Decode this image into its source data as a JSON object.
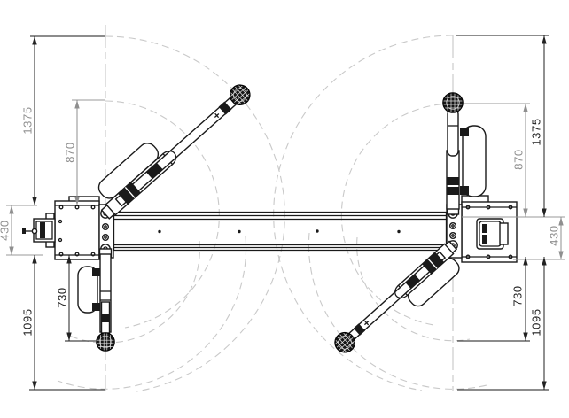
{
  "drawing": {
    "type": "two-post-lift-plan-view-technical-drawing",
    "colors": {
      "line": "#1a1a1a",
      "dim_black": "#222222",
      "dim_gray": "#8f8f8f",
      "centerline": "#cccccc",
      "swing_arc": "#c9c9c9",
      "background": "#ffffff"
    }
  },
  "dimensions": {
    "left": {
      "rear_arm_extended": "1375",
      "rear_arm_retracted": "870",
      "carriage_depth": "430",
      "front_arm_retracted": "730",
      "front_arm_extended": "1095"
    },
    "right": {
      "rear_arm_extended": "1375",
      "rear_arm_retracted": "870",
      "carriage_depth": "430",
      "front_arm_retracted": "730",
      "front_arm_extended": "1095"
    }
  }
}
